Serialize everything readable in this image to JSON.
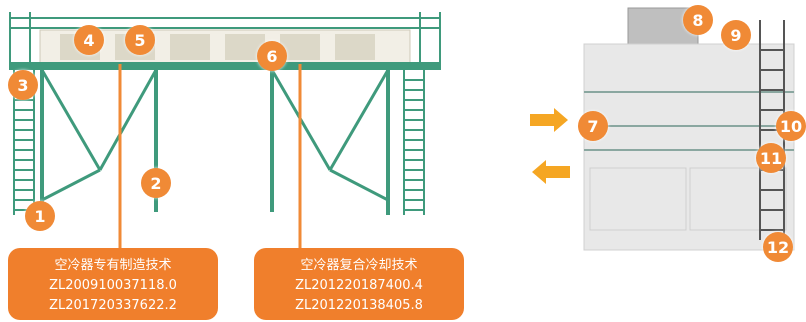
{
  "colors": {
    "frame_green": "#3f9a7c",
    "frame_green_dark": "#2e7d63",
    "accent_orange": "#f08a36",
    "box_orange": "#f07f2c",
    "tower_gray": "#e6e6e6",
    "tower_line": "#8aa7a0"
  },
  "callouts": [
    "1",
    "2",
    "3",
    "4",
    "5",
    "6",
    "7",
    "8",
    "9",
    "10",
    "11",
    "12"
  ],
  "patents": [
    {
      "title": "空冷器专有制造技术",
      "numbers": [
        "ZL200910037118.0",
        "ZL201720337622.2"
      ]
    },
    {
      "title": "空冷器复合冷却技术",
      "numbers": [
        "ZL201220187400.4",
        "ZL201220138405.8"
      ]
    }
  ],
  "icons": [
    "arrow-right-inlet-icon",
    "arrow-left-outlet-icon",
    "ladder-icon",
    "fan-cylinder-icon"
  ]
}
